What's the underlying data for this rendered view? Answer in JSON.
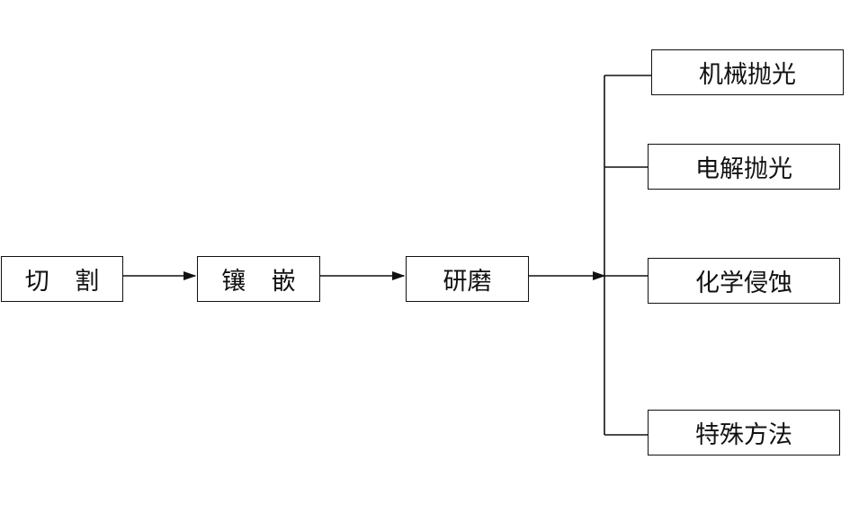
{
  "flow": {
    "steps": [
      {
        "id": "cut",
        "label": "切 割"
      },
      {
        "id": "mount",
        "label": "镶 嵌"
      },
      {
        "id": "grind",
        "label": "研磨"
      }
    ],
    "methods": [
      {
        "id": "mechanical",
        "label": "机械抛光"
      },
      {
        "id": "electrolytic",
        "label": "电解抛光"
      },
      {
        "id": "chemical",
        "label": "化学侵蚀"
      },
      {
        "id": "special",
        "label": "特殊方法"
      }
    ]
  },
  "colors": {
    "line": "#111111",
    "box_border": "#111111",
    "text": "#111111",
    "background": "#ffffff"
  }
}
